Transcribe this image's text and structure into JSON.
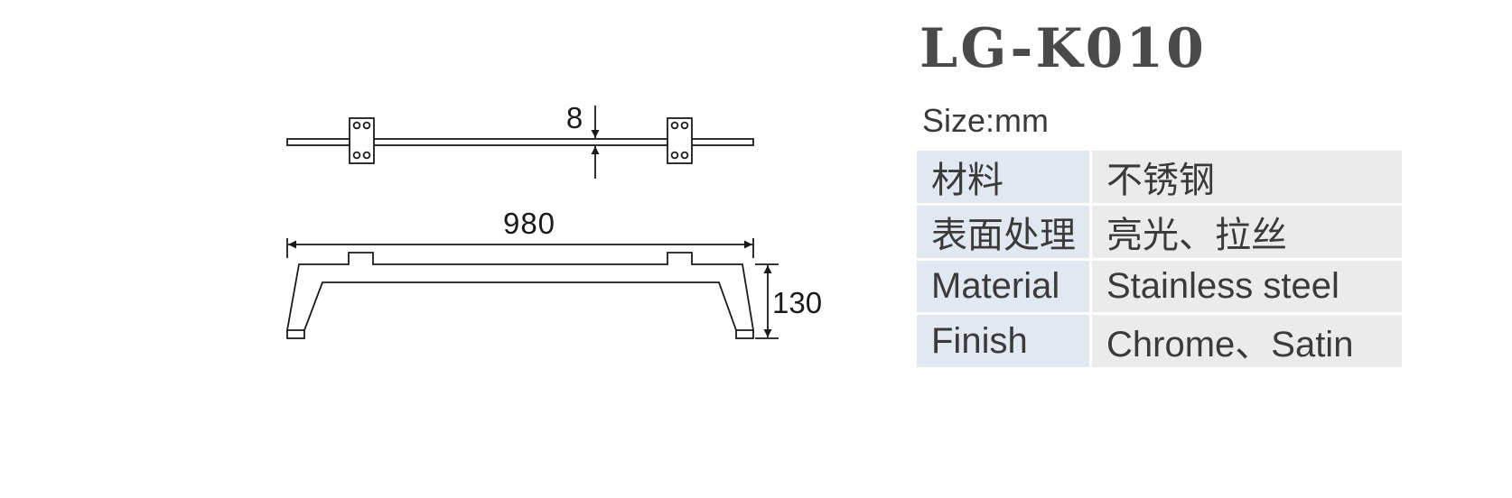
{
  "product": {
    "model": "LG-K010",
    "size_unit": "Size:mm"
  },
  "drawing": {
    "dim_thickness": "8",
    "dim_length": "980",
    "dim_height": "130"
  },
  "specs": [
    {
      "label": "材料",
      "value": "不锈钢"
    },
    {
      "label": "表面处理",
      "value": "亮光、拉丝"
    },
    {
      "label": "Material",
      "value": "Stainless steel"
    },
    {
      "label": "Finish",
      "value": "Chrome、Satin"
    }
  ]
}
